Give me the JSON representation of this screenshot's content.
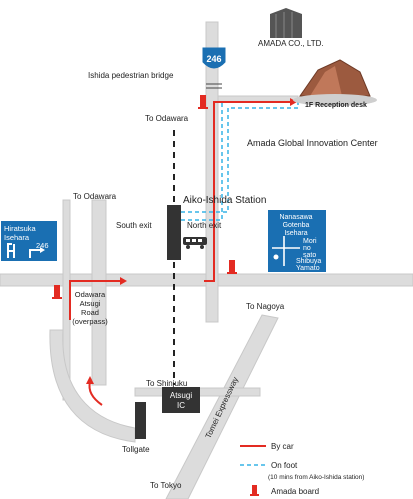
{
  "colors": {
    "road": "#dcdcdc",
    "road_edge": "#c4c4c4",
    "car_route": "#e32b22",
    "foot_route": "#36b3e6",
    "rail": "#222222",
    "station": "#333333",
    "sign_blue": "#1a6fb2",
    "board_red": "#e32b22",
    "text": "#222222"
  },
  "labels": {
    "route_number": "246",
    "company": "AMADA CO., LTD.",
    "bridge": "Ishida pedestrian bridge",
    "reception": "1F Reception desk",
    "to_odawara_top": "To Odawara",
    "center": "Amada Global Innovation Center",
    "station": "Aiko-Ishida Station",
    "to_odawara_left": "To Odawara",
    "south_exit": "South exit",
    "north_exit": "North exit",
    "to_nagoya": "To Nagoya",
    "odawara_road": [
      "Odawara",
      "Atsugi",
      "Road",
      "(overpass)"
    ],
    "expressway": "Tomei Expressway",
    "to_shinjuku": "To Shinjuku",
    "atsugi_ic": [
      "Atsugi",
      "IC"
    ],
    "tollgate": "Tollgate",
    "to_tokyo": "To Tokyo"
  },
  "sign_left": {
    "line1": "Hiratsuka",
    "line2": "Isehara",
    "num": "246"
  },
  "sign_right": {
    "top": [
      "Nanasawa",
      "Gotenba",
      "Isehara"
    ],
    "right": [
      "Mori",
      "no",
      "sato"
    ],
    "bottom": [
      "Shibuya",
      "Yamato"
    ]
  },
  "legend": {
    "car": "By car",
    "foot": "On foot",
    "foot_note": "(10 mins from Aiko-Ishida station)",
    "board": "Amada board"
  }
}
